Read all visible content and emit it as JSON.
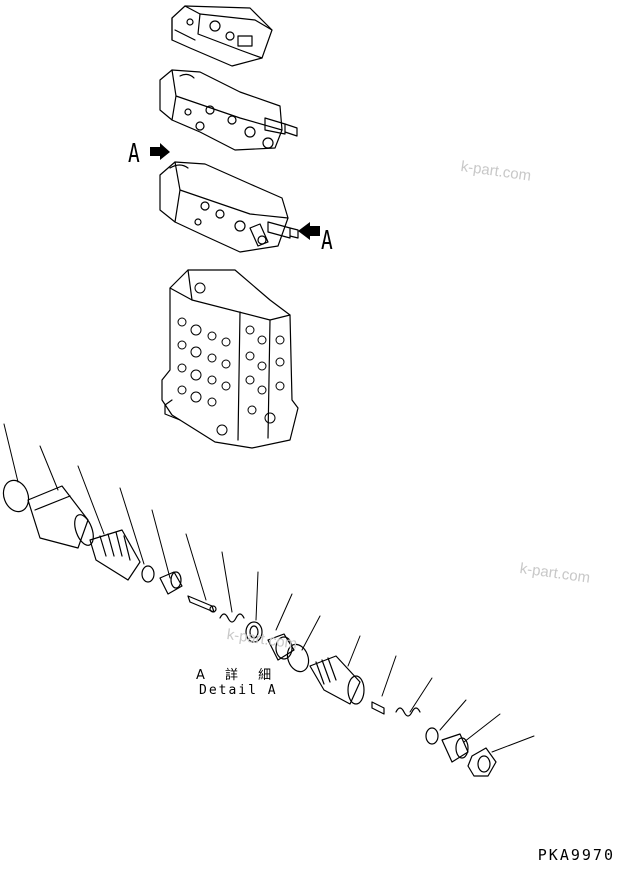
{
  "diagram": {
    "arrow_label_left": "A",
    "arrow_label_right": "A",
    "detail_label_jp": "A 詳 細",
    "detail_label_en": "Detail A",
    "drawing_code": "PKA9970",
    "watermarks": [
      "k-part.com",
      "k-part.com",
      "k-part.com"
    ]
  }
}
